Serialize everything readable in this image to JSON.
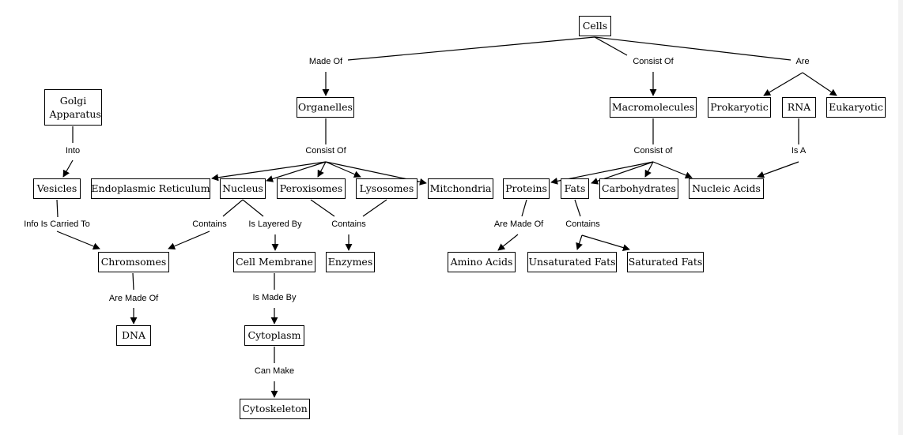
{
  "diagram": {
    "type": "concept-map",
    "colors": {
      "background": "#ffffff",
      "stroke": "#000000",
      "right_strip": "#f2f2f2"
    },
    "nodes": {
      "cells": "Cells",
      "organelles": "Organelles",
      "macromolecules": "Macromolecules",
      "prokaryotic": "Prokaryotic",
      "rna": "RNA",
      "eukaryotic": "Eukaryotic",
      "golgi": "Golgi Apparatus",
      "vesicles": "Vesicles",
      "er": "Endoplasmic Reticulum",
      "nucleus": "Nucleus",
      "peroxisomes": "Peroxisomes",
      "lysosomes": "Lysosomes",
      "mitochondria": "Mitchondria",
      "proteins": "Proteins",
      "fats": "Fats",
      "carbohydrates": "Carbohydrates",
      "nucleic_acids": "Nucleic Acids",
      "chromosomes": "Chromsomes",
      "cell_membrane": "Cell Membrane",
      "enzymes": "Enzymes",
      "amino_acids": "Amino Acids",
      "unsaturated_fats": "Unsaturated Fats",
      "saturated_fats": "Saturated Fats",
      "dna": "DNA",
      "cytoplasm": "Cytoplasm",
      "cytoskeleton": "Cytoskeleton"
    },
    "links": {
      "made_of": "Made Of",
      "consist_of_cells": "Consist Of",
      "are": "Are",
      "into": "Into",
      "consist_of_organelles": "Consist Of",
      "consist_of_macro": "Consist of",
      "is_a": "Is A",
      "info_carried_to": "Info Is Carried To",
      "contains_nucleus": "Contains",
      "is_layered_by": "Is Layered By",
      "contains_enzymes": "Contains",
      "are_made_of_proteins": "Are Made Of",
      "contains_fats": "Contains",
      "are_made_of_chrom": "Are Made Of",
      "is_made_by": "Is Made By",
      "can_make": "Can Make"
    },
    "relations": [
      {
        "from": "cells",
        "label": "made_of",
        "to": [
          "organelles"
        ]
      },
      {
        "from": "cells",
        "label": "consist_of_cells",
        "to": [
          "macromolecules"
        ]
      },
      {
        "from": "cells",
        "label": "are",
        "to": [
          "prokaryotic",
          "eukaryotic"
        ]
      },
      {
        "from": "golgi",
        "label": "into",
        "to": [
          "vesicles"
        ]
      },
      {
        "from": "organelles",
        "label": "consist_of_organelles",
        "to": [
          "er",
          "nucleus",
          "peroxisomes",
          "lysosomes",
          "mitochondria"
        ]
      },
      {
        "from": "macromolecules",
        "label": "consist_of_macro",
        "to": [
          "proteins",
          "fats",
          "carbohydrates",
          "nucleic_acids"
        ]
      },
      {
        "from": "rna",
        "label": "is_a",
        "to": [
          "nucleic_acids"
        ]
      },
      {
        "from": "vesicles",
        "label": "info_carried_to",
        "to": [
          "chromosomes"
        ]
      },
      {
        "from": "nucleus",
        "label": "contains_nucleus",
        "to": [
          "chromosomes"
        ]
      },
      {
        "from": "nucleus",
        "label": "is_layered_by",
        "to": [
          "cell_membrane"
        ]
      },
      {
        "from": [
          "peroxisomes",
          "lysosomes"
        ],
        "label": "contains_enzymes",
        "to": [
          "enzymes"
        ]
      },
      {
        "from": "proteins",
        "label": "are_made_of_proteins",
        "to": [
          "amino_acids"
        ]
      },
      {
        "from": "fats",
        "label": "contains_fats",
        "to": [
          "unsaturated_fats",
          "saturated_fats"
        ]
      },
      {
        "from": "chromosomes",
        "label": "are_made_of_chrom",
        "to": [
          "dna"
        ]
      },
      {
        "from": "cell_membrane",
        "label": "is_made_by",
        "to": [
          "cytoplasm"
        ]
      },
      {
        "from": "cytoplasm",
        "label": "can_make",
        "to": [
          "cytoskeleton"
        ]
      }
    ]
  }
}
